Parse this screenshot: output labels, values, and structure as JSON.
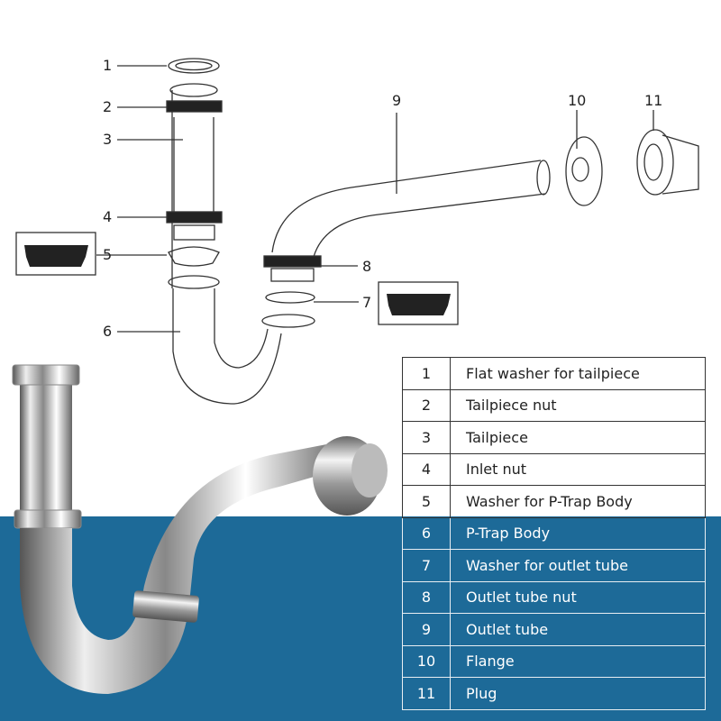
{
  "callouts": [
    "1",
    "2",
    "3",
    "4",
    "5",
    "6",
    "7",
    "8",
    "9",
    "10",
    "11"
  ],
  "parts": [
    {
      "num": "1",
      "name": "Flat washer for tailpiece"
    },
    {
      "num": "2",
      "name": "Tailpiece nut"
    },
    {
      "num": "3",
      "name": "Tailpiece"
    },
    {
      "num": "4",
      "name": "Inlet nut"
    },
    {
      "num": "5",
      "name": "Washer for P-Trap Body"
    },
    {
      "num": "6",
      "name": "P-Trap Body"
    },
    {
      "num": "7",
      "name": "Washer for outlet tube"
    },
    {
      "num": "8",
      "name": "Outlet tube nut"
    },
    {
      "num": "9",
      "name": "Outlet tube"
    },
    {
      "num": "10",
      "name": "Flange"
    },
    {
      "num": "11",
      "name": "Plug"
    }
  ],
  "colors": {
    "band": "#1d6a98"
  }
}
